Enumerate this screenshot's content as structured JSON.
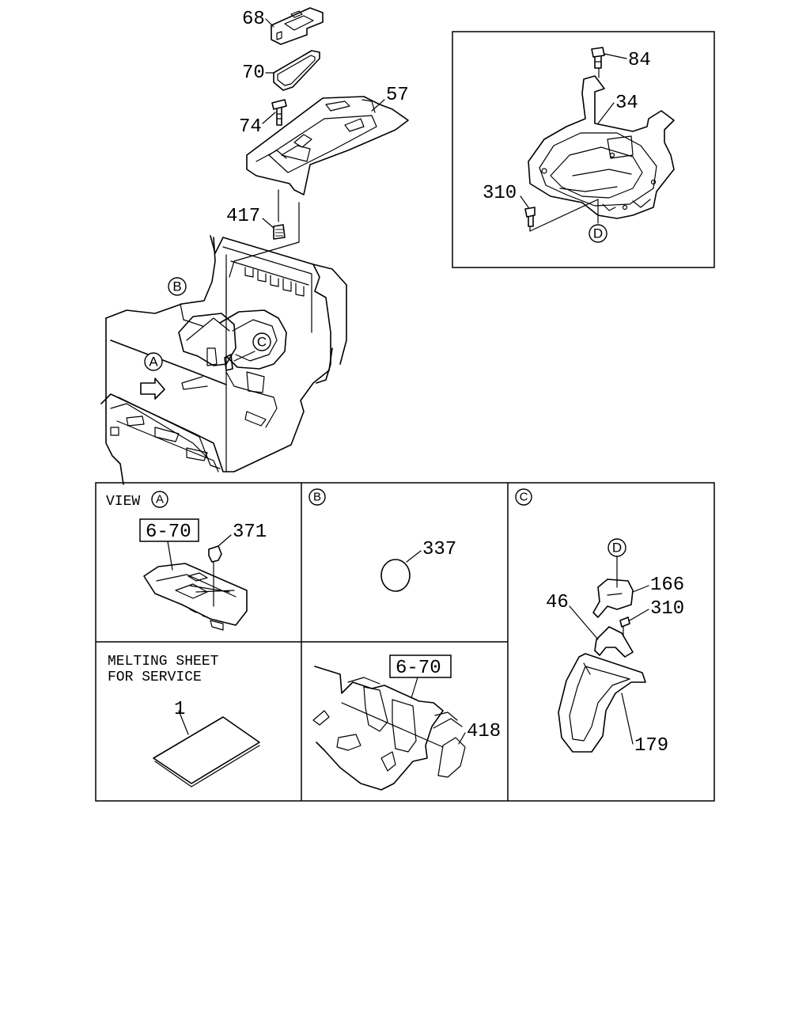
{
  "callouts": {
    "p68": "68",
    "p70": "70",
    "p57": "57",
    "p74": "74",
    "p417": "417",
    "p84": "84",
    "p34": "34",
    "p310_top": "310",
    "p371": "371",
    "p337": "337",
    "p166": "166",
    "p46": "46",
    "p310_c": "310",
    "p179": "179",
    "p1": "1",
    "p418": "418"
  },
  "circle_refs": {
    "A": "A",
    "B": "B",
    "C": "C",
    "D": "D"
  },
  "panels": {
    "view_prefix": "VIEW",
    "melting_line1": "MELTING SHEET",
    "melting_line2": "FOR SERVICE"
  },
  "ref_boxes": {
    "view_a": "6-70",
    "lower_middle": "6-70"
  }
}
